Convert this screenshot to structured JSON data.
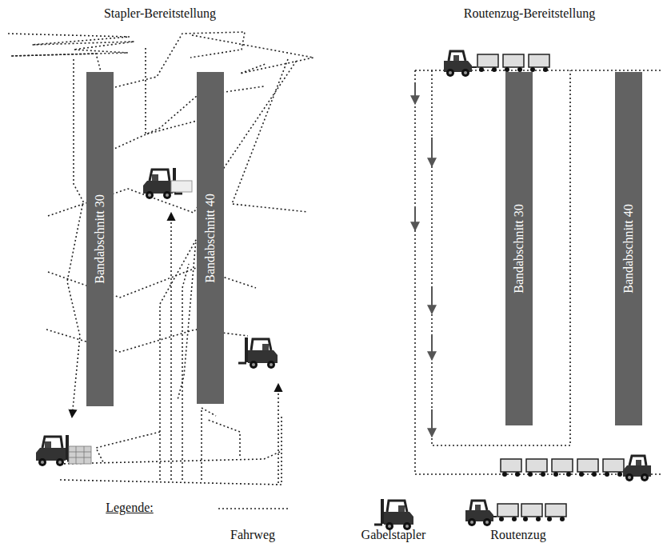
{
  "diagram": {
    "nodes": [
      {
        "text": [
          "Bandabschnitt 30"
        ]
      },
      {
        "text": [
          "Bandabschnitt 40"
        ]
      },
      {
        "text": [
          "Bandabschnitt 30"
        ]
      },
      {
        "text": [
          "Bandabschnitt 40"
        ]
      }
    ],
    "labels": [
      "Stapler-Bereitstellung",
      "Routenzug-Bereitstellung",
      "Legende:"
    ],
    "legend": [
      {
        "text": "Fahrweg"
      },
      {
        "text": "Gabelstapler"
      },
      {
        "text": "Routenzug"
      }
    ]
  }
}
